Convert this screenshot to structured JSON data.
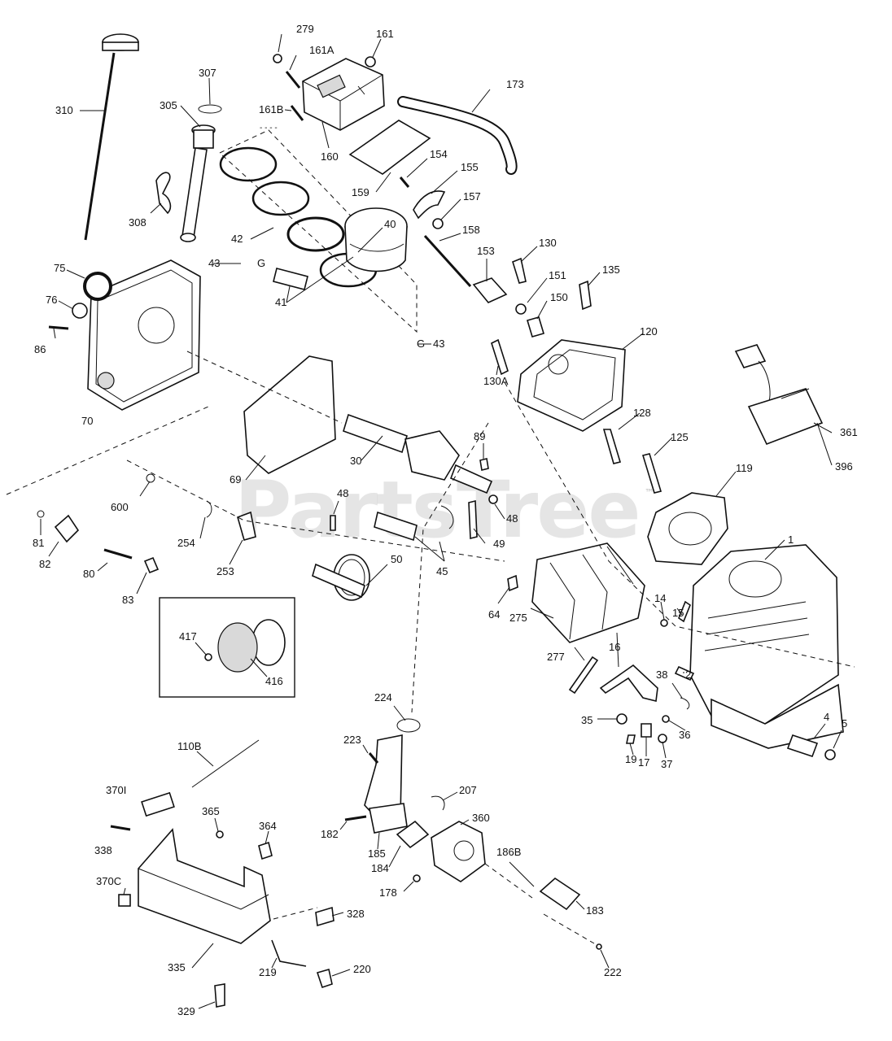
{
  "watermark": {
    "text": "PartsTree",
    "mark": "™"
  },
  "part_labels": [
    {
      "id": "279",
      "text": "279"
    },
    {
      "id": "161A",
      "text": "161A"
    },
    {
      "id": "161",
      "text": "161"
    },
    {
      "id": "307",
      "text": "307"
    },
    {
      "id": "173",
      "text": "173"
    },
    {
      "id": "310",
      "text": "310"
    },
    {
      "id": "305",
      "text": "305"
    },
    {
      "id": "161B",
      "text": "161B"
    },
    {
      "id": "160",
      "text": "160"
    },
    {
      "id": "154",
      "text": "154"
    },
    {
      "id": "155",
      "text": "155"
    },
    {
      "id": "159",
      "text": "159"
    },
    {
      "id": "157",
      "text": "157"
    },
    {
      "id": "308",
      "text": "308"
    },
    {
      "id": "40",
      "text": "40"
    },
    {
      "id": "158",
      "text": "158"
    },
    {
      "id": "42",
      "text": "42"
    },
    {
      "id": "130",
      "text": "130"
    },
    {
      "id": "153",
      "text": "153"
    },
    {
      "id": "135",
      "text": "135"
    },
    {
      "id": "43a",
      "text": "43"
    },
    {
      "id": "75",
      "text": "75"
    },
    {
      "id": "151",
      "text": "151"
    },
    {
      "id": "150",
      "text": "150"
    },
    {
      "id": "76",
      "text": "76"
    },
    {
      "id": "41",
      "text": "41"
    },
    {
      "id": "43b",
      "text": "43"
    },
    {
      "id": "120",
      "text": "120"
    },
    {
      "id": "86",
      "text": "86"
    },
    {
      "id": "130A",
      "text": "130A"
    },
    {
      "id": "70",
      "text": "70"
    },
    {
      "id": "128",
      "text": "128"
    },
    {
      "id": "361",
      "text": "361"
    },
    {
      "id": "89",
      "text": "89"
    },
    {
      "id": "125",
      "text": "125"
    },
    {
      "id": "396",
      "text": "396"
    },
    {
      "id": "69",
      "text": "69"
    },
    {
      "id": "30",
      "text": "30"
    },
    {
      "id": "119",
      "text": "119"
    },
    {
      "id": "600",
      "text": "600"
    },
    {
      "id": "48a",
      "text": "48"
    },
    {
      "id": "48b",
      "text": "48"
    },
    {
      "id": "81",
      "text": "81"
    },
    {
      "id": "254",
      "text": "254"
    },
    {
      "id": "49",
      "text": "49"
    },
    {
      "id": "1",
      "text": "1"
    },
    {
      "id": "82",
      "text": "82"
    },
    {
      "id": "50",
      "text": "50"
    },
    {
      "id": "80",
      "text": "80"
    },
    {
      "id": "253",
      "text": "253"
    },
    {
      "id": "45",
      "text": "45"
    },
    {
      "id": "83",
      "text": "83"
    },
    {
      "id": "64",
      "text": "64"
    },
    {
      "id": "14",
      "text": "14"
    },
    {
      "id": "15",
      "text": "15"
    },
    {
      "id": "417",
      "text": "417"
    },
    {
      "id": "275",
      "text": "275"
    },
    {
      "id": "416",
      "text": "416"
    },
    {
      "id": "277",
      "text": "277"
    },
    {
      "id": "16",
      "text": "16"
    },
    {
      "id": "38",
      "text": "38"
    },
    {
      "id": "2",
      "text": "2"
    },
    {
      "id": "224",
      "text": "224"
    },
    {
      "id": "35",
      "text": "35"
    },
    {
      "id": "4",
      "text": "4"
    },
    {
      "id": "5",
      "text": "5"
    },
    {
      "id": "36",
      "text": "36"
    },
    {
      "id": "223",
      "text": "223"
    },
    {
      "id": "19",
      "text": "19"
    },
    {
      "id": "17",
      "text": "17"
    },
    {
      "id": "37",
      "text": "37"
    },
    {
      "id": "110B",
      "text": "110B"
    },
    {
      "id": "207",
      "text": "207"
    },
    {
      "id": "370I",
      "text": "370I"
    },
    {
      "id": "365",
      "text": "365"
    },
    {
      "id": "364",
      "text": "364"
    },
    {
      "id": "360",
      "text": "360"
    },
    {
      "id": "338",
      "text": "338"
    },
    {
      "id": "182",
      "text": "182"
    },
    {
      "id": "186B",
      "text": "186B"
    },
    {
      "id": "185",
      "text": "185"
    },
    {
      "id": "184",
      "text": "184"
    },
    {
      "id": "370C",
      "text": "370C"
    },
    {
      "id": "178",
      "text": "178"
    },
    {
      "id": "183",
      "text": "183"
    },
    {
      "id": "328",
      "text": "328"
    },
    {
      "id": "335",
      "text": "335"
    },
    {
      "id": "220",
      "text": "220"
    },
    {
      "id": "219",
      "text": "219"
    },
    {
      "id": "222",
      "text": "222"
    },
    {
      "id": "329",
      "text": "329"
    }
  ]
}
